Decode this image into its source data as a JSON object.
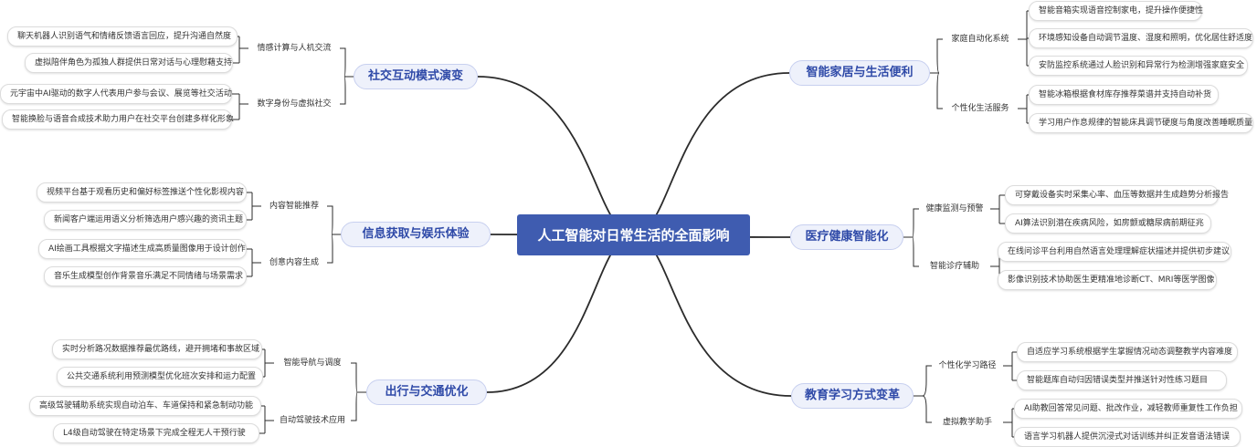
{
  "root": {
    "title": "人工智能对日常生活的全面影响"
  },
  "branches": [
    {
      "label": "社交互动模式演变",
      "subs": [
        {
          "label": "情感计算与人机交流",
          "leaves": [
            "聊天机器人识别语气和情绪反馈语言回应，提升沟通自然度",
            "虚拟陪伴角色为孤独人群提供日常对话与心理慰藉支持"
          ]
        },
        {
          "label": "数字身份与虚拟社交",
          "leaves": [
            "元宇宙中AI驱动的数字人代表用户参与会议、展览等社交活动",
            "智能换脸与语音合成技术助力用户在社交平台创建多样化形象"
          ]
        }
      ]
    },
    {
      "label": "信息获取与娱乐体验",
      "subs": [
        {
          "label": "内容智能推荐",
          "leaves": [
            "视频平台基于观看历史和偏好标签推送个性化影视内容",
            "新闻客户端运用语义分析筛选用户感兴趣的资讯主题"
          ]
        },
        {
          "label": "创意内容生成",
          "leaves": [
            "AI绘画工具根据文字描述生成高质量图像用于设计创作",
            "音乐生成模型创作背景音乐满足不同情绪与场景需求"
          ]
        }
      ]
    },
    {
      "label": "出行与交通优化",
      "subs": [
        {
          "label": "智能导航与调度",
          "leaves": [
            "实时分析路况数据推荐最优路线，避开拥堵和事故区域",
            "公共交通系统利用预测模型优化班次安排和运力配置"
          ]
        },
        {
          "label": "自动驾驶技术应用",
          "leaves": [
            "高级驾驶辅助系统实现自动泊车、车道保持和紧急制动功能",
            "L4级自动驾驶在特定场景下完成全程无人干预行驶"
          ]
        }
      ]
    },
    {
      "label": "智能家居与生活便利",
      "subs": [
        {
          "label": "家庭自动化系统",
          "leaves": [
            "智能音箱实现语音控制家电，提升操作便捷性",
            "环境感知设备自动调节温度、湿度和照明，优化居住舒适度",
            "安防监控系统通过人脸识别和异常行为检测增强家庭安全"
          ]
        },
        {
          "label": "个性化生活服务",
          "leaves": [
            "智能冰箱根据食材库存推荐菜谱并支持自动补货",
            "学习用户作息规律的智能床具调节硬度与角度改善睡眠质量"
          ]
        }
      ]
    },
    {
      "label": "医疗健康智能化",
      "subs": [
        {
          "label": "健康监测与预警",
          "leaves": [
            "可穿戴设备实时采集心率、血压等数据并生成趋势分析报告",
            "AI算法识别潜在疾病风险，如房颤或糖尿病前期征兆"
          ]
        },
        {
          "label": "智能诊疗辅助",
          "leaves": [
            "在线问诊平台利用自然语言处理理解症状描述并提供初步建议",
            "影像识别技术协助医生更精准地诊断CT、MRI等医学图像"
          ]
        }
      ]
    },
    {
      "label": "教育学习方式变革",
      "subs": [
        {
          "label": "个性化学习路径",
          "leaves": [
            "自适应学习系统根据学生掌握情况动态调整教学内容难度",
            "智能题库自动归因错误类型并推送针对性练习题目"
          ]
        },
        {
          "label": "虚拟教学助手",
          "leaves": [
            "AI助教回答常见问题、批改作业，减轻教师重复性工作负担",
            "语言学习机器人提供沉浸式对话训练并纠正发音语法错误"
          ]
        }
      ]
    }
  ],
  "colors": {
    "root_bg": "#3f5cb0",
    "branch_text": "#2f4aa8",
    "branch_bg": "#eef1fb",
    "line": "#2b2b2b"
  }
}
